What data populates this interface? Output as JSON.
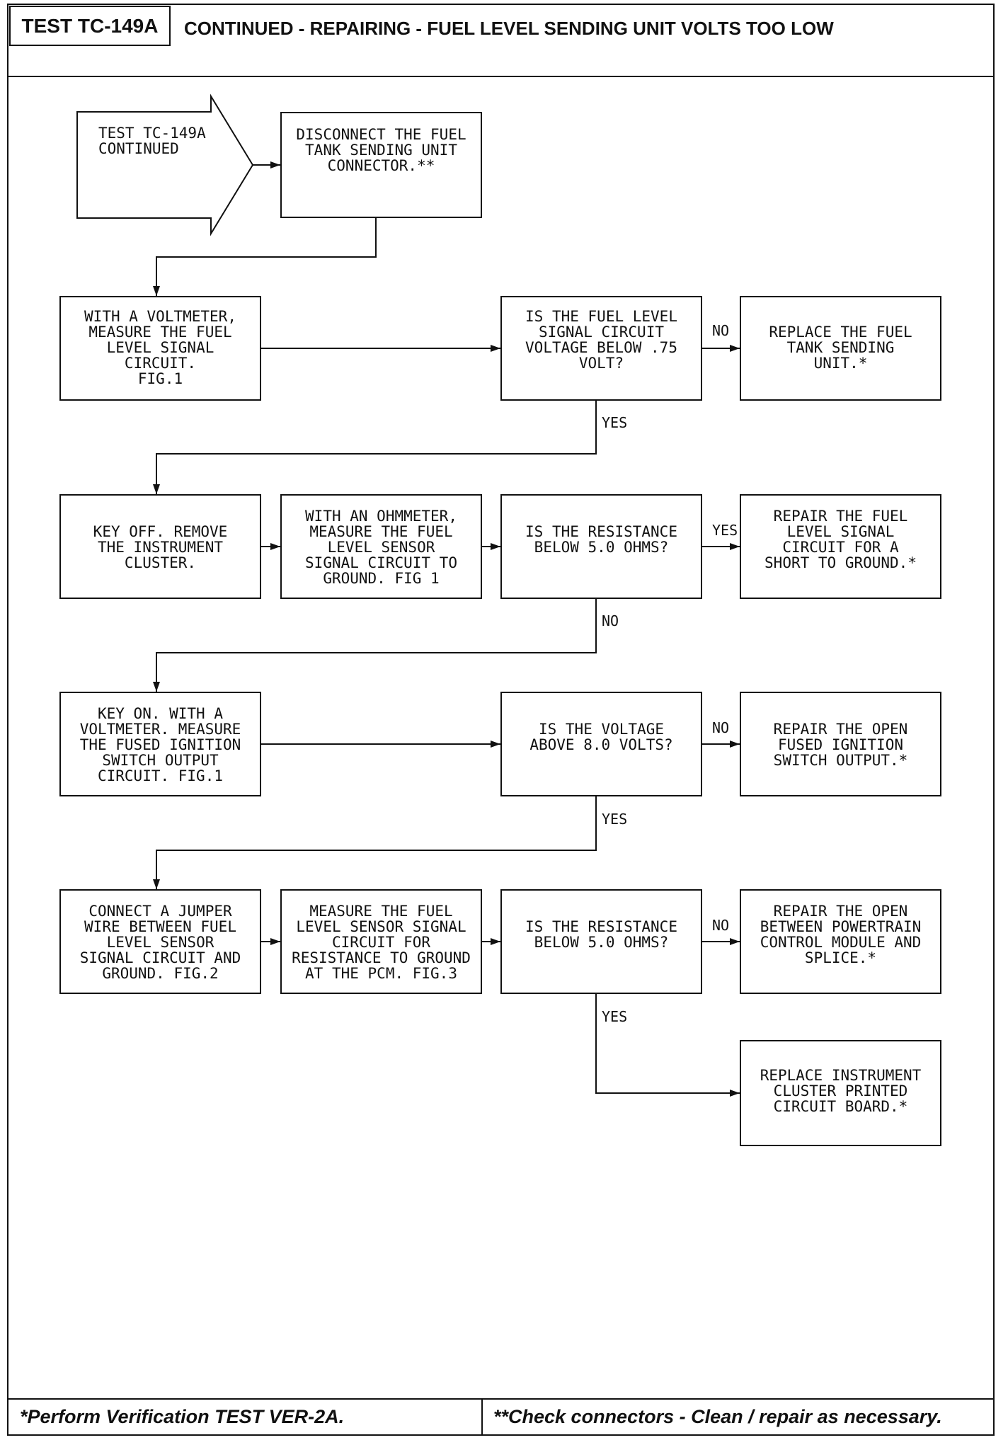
{
  "header": {
    "test_id": "TEST TC-149A",
    "title": "CONTINUED - REPAIRING - FUEL LEVEL SENDING UNIT VOLTS TOO LOW"
  },
  "flowchart": {
    "start_label": "TEST TC-149A\nCONTINUED",
    "actions": [
      "DISCONNECT THE FUEL\nTANK SENDING UNIT\nCONNECTOR.**",
      "WITH A VOLTMETER,\nMEASURE THE FUEL\nLEVEL SIGNAL\nCIRCUIT.\nFIG.1",
      "KEY OFF. REMOVE\nTHE INSTRUMENT\nCLUSTER.",
      "WITH AN OHMMETER,\nMEASURE THE FUEL\nLEVEL SENSOR\nSIGNAL CIRCUIT TO\nGROUND. FIG 1",
      "KEY ON. WITH A\nVOLTMETER. MEASURE\nTHE FUSED IGNITION\nSWITCH OUTPUT\nCIRCUIT. FIG.1",
      "CONNECT A JUMPER\nWIRE BETWEEN FUEL\nLEVEL SENSOR\nSIGNAL CIRCUIT AND\nGROUND. FIG.2",
      "MEASURE THE FUEL\nLEVEL SENSOR SIGNAL\nCIRCUIT FOR\nRESISTANCE TO GROUND\nAT THE PCM. FIG.3"
    ],
    "decisions": [
      {
        "question": "IS THE FUEL LEVEL\nSIGNAL CIRCUIT\nVOLTAGE BELOW .75\nVOLT?",
        "right_label": "NO",
        "down_label": "YES"
      },
      {
        "question": "IS THE RESISTANCE\nBELOW 5.0 OHMS?",
        "right_label": "YES",
        "down_label": "NO"
      },
      {
        "question": "IS THE VOLTAGE\nABOVE 8.0 VOLTS?",
        "right_label": "NO",
        "down_label": "YES"
      },
      {
        "question": "IS THE RESISTANCE\nBELOW 5.0 OHMS?",
        "right_label": "NO",
        "down_label": "YES"
      }
    ],
    "outcomes": [
      "REPLACE THE FUEL\nTANK SENDING\nUNIT.*",
      "REPAIR THE FUEL\nLEVEL SIGNAL\nCIRCUIT FOR A\nSHORT TO GROUND.*",
      "REPAIR THE OPEN\nFUSED IGNITION\nSWITCH OUTPUT.*",
      "REPAIR THE OPEN\nBETWEEN POWERTRAIN\nCONTROL MODULE AND\nSPLICE.*",
      "REPLACE INSTRUMENT\nCLUSTER PRINTED\nCIRCUIT BOARD.*"
    ]
  },
  "footer": {
    "left_note": "*Perform Verification TEST VER-2A.",
    "right_note": "**Check connectors - Clean / repair as necessary."
  }
}
